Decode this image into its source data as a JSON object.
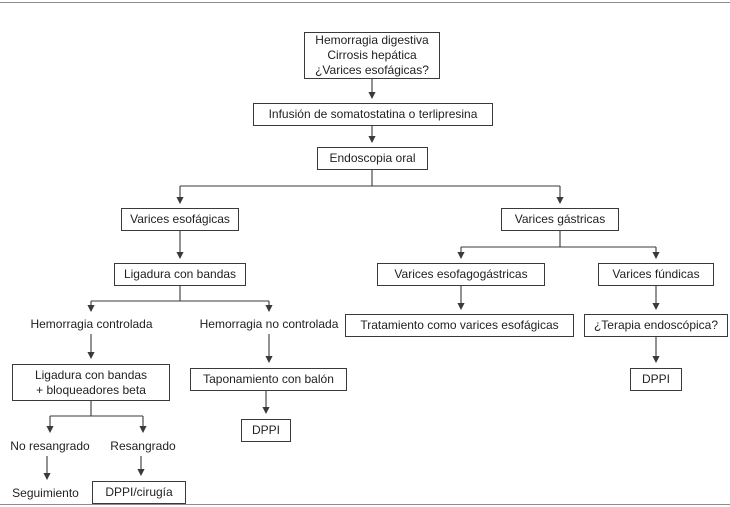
{
  "figure": {
    "type": "flowchart",
    "language": "es",
    "topic": "Algoritmo de manejo de hemorragia digestiva por varices en cirrosis hepática",
    "line_color": "#3a3a3a",
    "background": "#ffffff"
  },
  "nodes": {
    "start": {
      "label": "Hemorragia digestiva\nCirrosis hepática\n¿Varices esofágicas?",
      "shape": "box"
    },
    "infusion": {
      "label": "Infusión de somatostatina o terlipresina",
      "shape": "box"
    },
    "endoscopia": {
      "label": "Endoscopia oral",
      "shape": "box"
    },
    "varices_esofagicas": {
      "label": "Varices esofágicas",
      "shape": "box"
    },
    "varices_gastricas": {
      "label": "Varices gástricas",
      "shape": "box"
    },
    "ligadura": {
      "label": "Ligadura con bandas",
      "shape": "box"
    },
    "hemorragia_controlada": {
      "label": "Hemorragia controlada",
      "shape": "text"
    },
    "hemorragia_no_controlada": {
      "label": "Hemorragia no controlada",
      "shape": "text"
    },
    "ligadura_beta": {
      "label": "Ligadura con bandas\n+ bloqueadores beta",
      "shape": "box"
    },
    "taponamiento": {
      "label": "Taponamiento con balón",
      "shape": "box"
    },
    "dppi_izq": {
      "label": "DPPI",
      "shape": "box"
    },
    "no_resangrado": {
      "label": "No resangrado",
      "shape": "text"
    },
    "resangrado": {
      "label": "Resangrado",
      "shape": "text"
    },
    "seguimiento": {
      "label": "Seguimiento",
      "shape": "text"
    },
    "dppi_cirugia": {
      "label": "DPPI/cirugía",
      "shape": "box"
    },
    "varices_esofagogastricas": {
      "label": "Varices esofagogástricas",
      "shape": "box"
    },
    "tratamiento_esofagicas": {
      "label": "Tratamiento como varices esofágicas",
      "shape": "box"
    },
    "varices_fundicas": {
      "label": "Varices fúndicas",
      "shape": "box"
    },
    "terapia_endoscopica": {
      "label": "¿Terapia endoscópica?",
      "shape": "box"
    },
    "dppi_der": {
      "label": "DPPI",
      "shape": "box"
    }
  },
  "edges": [
    {
      "from": "start",
      "to": "infusion"
    },
    {
      "from": "infusion",
      "to": "endoscopia"
    },
    {
      "from": "endoscopia",
      "to": "varices_esofagicas"
    },
    {
      "from": "endoscopia",
      "to": "varices_gastricas"
    },
    {
      "from": "varices_esofagicas",
      "to": "ligadura"
    },
    {
      "from": "ligadura",
      "to": "hemorragia_controlada"
    },
    {
      "from": "ligadura",
      "to": "hemorragia_no_controlada"
    },
    {
      "from": "hemorragia_controlada",
      "to": "ligadura_beta"
    },
    {
      "from": "hemorragia_no_controlada",
      "to": "taponamiento"
    },
    {
      "from": "taponamiento",
      "to": "dppi_izq"
    },
    {
      "from": "ligadura_beta",
      "to": "no_resangrado"
    },
    {
      "from": "ligadura_beta",
      "to": "resangrado"
    },
    {
      "from": "no_resangrado",
      "to": "seguimiento"
    },
    {
      "from": "resangrado",
      "to": "dppi_cirugia"
    },
    {
      "from": "varices_gastricas",
      "to": "varices_esofagogastricas"
    },
    {
      "from": "varices_gastricas",
      "to": "varices_fundicas"
    },
    {
      "from": "varices_esofagogastricas",
      "to": "tratamiento_esofagicas"
    },
    {
      "from": "varices_fundicas",
      "to": "terapia_endoscopica"
    },
    {
      "from": "terapia_endoscopica",
      "to": "dppi_der"
    }
  ]
}
